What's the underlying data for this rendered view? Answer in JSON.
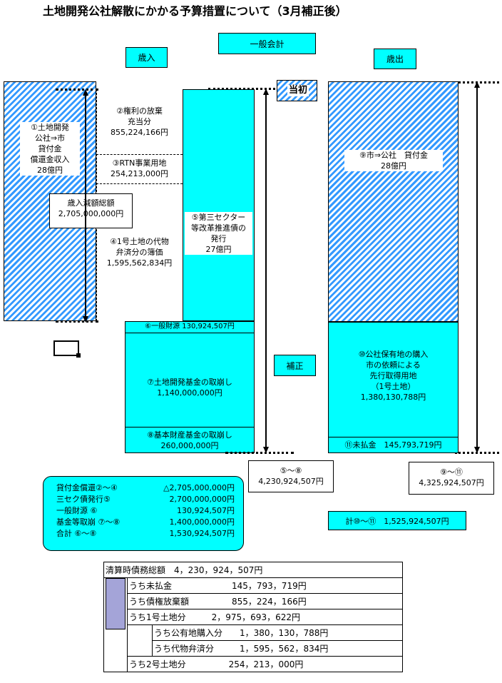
{
  "title": "土地開発公社解散にかかる予算措置について（3月補正後）",
  "labels": {
    "general_account": "一般会計",
    "revenue": "歳入",
    "expenditure": "歳出",
    "initial": "当初",
    "supplementary": "補正"
  },
  "revenue": {
    "item1": "①土地開発\n公社⇒市\n貸付金\n償還金収入\n28億円",
    "item2": "②権利の放棄\n充当分\n855,224,166円",
    "item3": "③RTN事業用地\n254,213,000円",
    "item4": "④1号土地の代物\n弁済分の簿価\n1,595,562,834円",
    "reduction": "歳入減額総額\n2,705,000,000円",
    "item5": "⑤第三セクター\n等改革推進債の\n発行\n27億円",
    "item6": "⑥一般財源 130,924,507円",
    "item7": "⑦土地開発基金の取崩し\n1,140,000,000円",
    "item8": "⑧基本財産基金の取崩し\n260,000,000円",
    "total": "⑤～⑧\n4,230,924,507円"
  },
  "expenditure": {
    "item9": "⑨市⇒公社　貸付金\n28億円",
    "item10": "⑩公社保有地の購入\n市の依頼による\n先行取得用地\n（1号土地）\n1,380,130,788円",
    "item11": "⑪未払金　145,793,719円",
    "total": "⑨～⑪\n4,325,924,507円",
    "sum_10_11": "計⑩～⑪　1,525,924,507円"
  },
  "summary": {
    "rows": [
      {
        "label": "貸付金償還②～④",
        "value": "△2,705,000,000円"
      },
      {
        "label": "三セク債発行⑤",
        "value": "2,700,000,000円"
      },
      {
        "label": "一般財源 ⑥",
        "value": "130,924,507円"
      },
      {
        "label": "基金等取崩 ⑦～⑧",
        "value": "1,400,000,000円"
      },
      {
        "label": "合計 ⑥～⑧",
        "value": "1,530,924,507円"
      }
    ]
  },
  "liquidation": {
    "r0_head": "清算",
    "r0_text": "時債務総額　4，230，924，507円",
    "r1": "うち未払金　　　　　　　145，793，719円",
    "r2": "うち債権放棄額　　　　　855，224，166円",
    "r3": "うち1号土地分　　　2，975，693，622円",
    "r4": "うち公有地購入分　　1，380，130，788円",
    "r5": "うち代物弁済分　　　1，595，562，834円",
    "r6": "うち2号土地分　　　　　254，213，000円"
  }
}
